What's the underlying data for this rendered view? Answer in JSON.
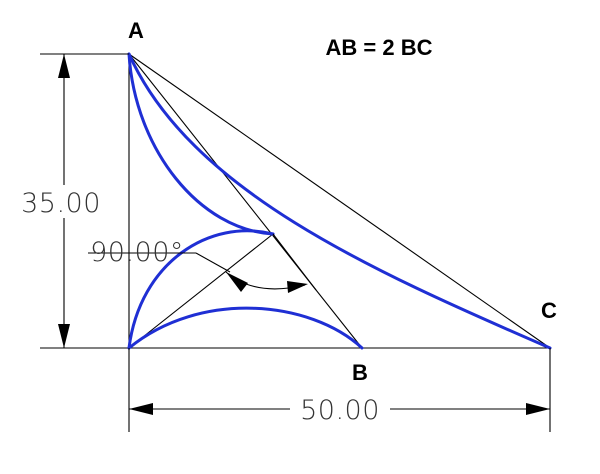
{
  "points": {
    "a": "A",
    "b": "B",
    "c": "C"
  },
  "note": "AB = 2 BC",
  "dimensions": {
    "height": "35.00",
    "width": "50.00",
    "angle": "90.00°"
  },
  "colors": {
    "curve": "#1f2fd4",
    "line": "#000000"
  }
}
